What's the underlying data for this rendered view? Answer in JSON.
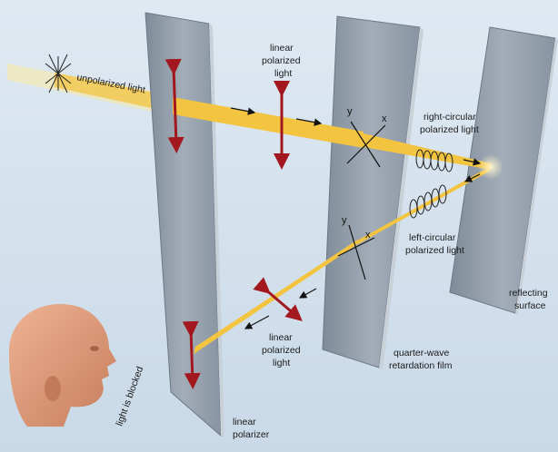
{
  "labels": {
    "unpolarized": "unpolarized light",
    "linear_top": [
      "linear",
      "polarized",
      "light"
    ],
    "right_circular": [
      "right-circular",
      "polarized light"
    ],
    "left_circular": [
      "left-circular",
      "polarized light"
    ],
    "linear_bottom": [
      "linear",
      "polarized",
      "light"
    ],
    "reflecting": [
      "reflecting",
      "surface"
    ],
    "quarter_wave": [
      "quarter-wave",
      "retardation film"
    ],
    "linear_polarizer": [
      "linear",
      "polarizer"
    ],
    "blocked": "light is blocked",
    "axis_y_top": "y",
    "axis_x_top": "x",
    "axis_y_bottom": "y",
    "axis_x_bottom": "x"
  },
  "colors": {
    "beam": "#f3c440",
    "beam_glow": "#fbe9a2",
    "panel_face": "#8e9aa7",
    "panel_edge": "#c8d0d8",
    "arrow": "#a3171e",
    "head": "#dd9a78"
  }
}
